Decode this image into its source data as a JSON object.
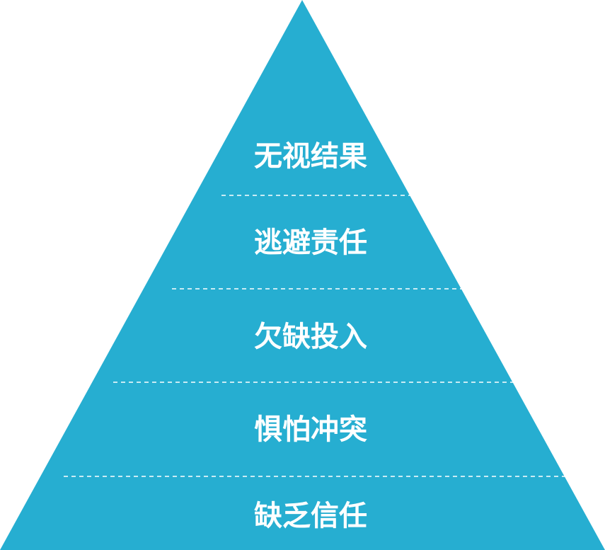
{
  "diagram": {
    "fill_color": "#26AED1",
    "divider_color": "#FFFFFF",
    "levels": [
      {
        "label": "无视结果"
      },
      {
        "label": "逃避责任"
      },
      {
        "label": "欠缺投入"
      },
      {
        "label": "惧怕冲突"
      },
      {
        "label": "缺乏信任"
      }
    ]
  }
}
